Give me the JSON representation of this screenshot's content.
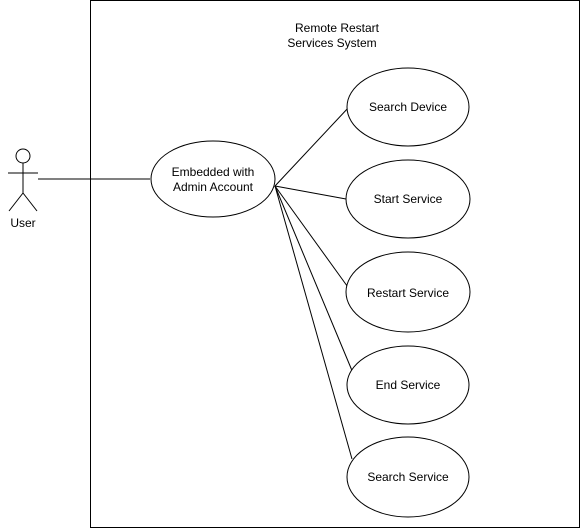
{
  "system": {
    "title_line1": "Remote Restart",
    "title_line2": "Services System"
  },
  "actor": {
    "name": "User",
    "icon": "stick-figure-actor-icon"
  },
  "main_use_case": {
    "label_line1": "Embedded with",
    "label_line2": "Admin Account"
  },
  "use_cases": [
    {
      "label": "Search Device"
    },
    {
      "label": "Start Service"
    },
    {
      "label": "Restart Service"
    },
    {
      "label": "End Service"
    },
    {
      "label": "Search Service"
    }
  ]
}
